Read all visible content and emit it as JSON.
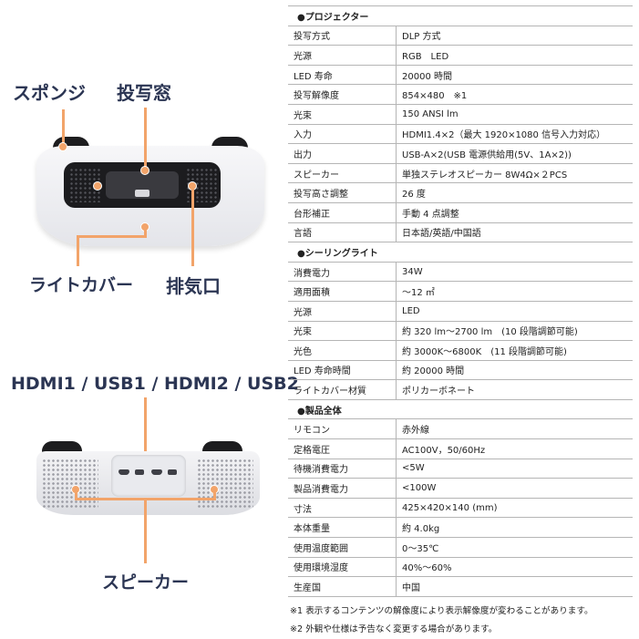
{
  "left_panel": {
    "top_callouts": {
      "sponge": "スポンジ",
      "window": "投写窓",
      "light_cover": "ライトカバー",
      "exhaust": "排気口"
    },
    "bottom_callouts": {
      "ports": "HDMI1 / USB1 / HDMI2 / USB2",
      "speaker": "スピーカー"
    }
  },
  "spec_table": {
    "sections": [
      {
        "title": "●プロジェクター",
        "rows": [
          {
            "label": "投写方式",
            "value": "DLP 方式"
          },
          {
            "label": "光源",
            "value": "RGB　LED"
          },
          {
            "label": "LED 寿命",
            "value": "20000 時間"
          },
          {
            "label": "投写解像度",
            "value": "854×480　※1"
          },
          {
            "label": "光束",
            "value": "150 ANSI lm"
          },
          {
            "label": "入力",
            "value": "HDMI1.4×2（最大 1920×1080 信号入力対応）"
          },
          {
            "label": "出力",
            "value": "USB-A×2(USB 電源供給用(5V、1A×2))"
          },
          {
            "label": "スピーカー",
            "value": "単独ステレオスピーカー 8W4Ω×２PCS"
          },
          {
            "label": "投写高さ調整",
            "value": "26 度"
          },
          {
            "label": "台形補正",
            "value": "手動 4 点調整"
          },
          {
            "label": "言語",
            "value": "日本語/英語/中国語"
          }
        ]
      },
      {
        "title": "●シーリングライト",
        "rows": [
          {
            "label": "消費電力",
            "value": "34W"
          },
          {
            "label": "適用面積",
            "value": "～12 ㎡"
          },
          {
            "label": "光源",
            "value": "LED"
          },
          {
            "label": "光束",
            "value": "約 320 lm～2700 lm　(10 段階調節可能)"
          },
          {
            "label": "光色",
            "value": "約 3000K～6800K　(11 段階調節可能)"
          },
          {
            "label": "LED 寿命時間",
            "value": "約 20000 時間"
          },
          {
            "label": "ライトカバー材質",
            "value": "ポリカーボネート"
          }
        ]
      },
      {
        "title": "●製品全体",
        "rows": [
          {
            "label": "リモコン",
            "value": "赤外線"
          },
          {
            "label": "定格電圧",
            "value": "AC100V，50/60Hz"
          },
          {
            "label": "待機消費電力",
            "value": "<5W"
          },
          {
            "label": "製品消費電力",
            "value": "<100W"
          },
          {
            "label": "寸法",
            "value": "425×420×140 (mm)"
          },
          {
            "label": "本体重量",
            "value": "約 4.0kg"
          },
          {
            "label": "使用温度範囲",
            "value": "0～35℃"
          },
          {
            "label": "使用環境湿度",
            "value": "40%～60%"
          },
          {
            "label": "生産国",
            "value": "中国"
          }
        ]
      }
    ],
    "notes": [
      "※1 表示するコンテンツの解像度により表示解像度が変わることがあります。",
      "※2 外観や仕様は予告なく変更する場合があります。"
    ]
  },
  "colors": {
    "callout_text": "#2b3553",
    "callout_line": "#f2a46a",
    "device_dark": "#1c1c1f"
  }
}
